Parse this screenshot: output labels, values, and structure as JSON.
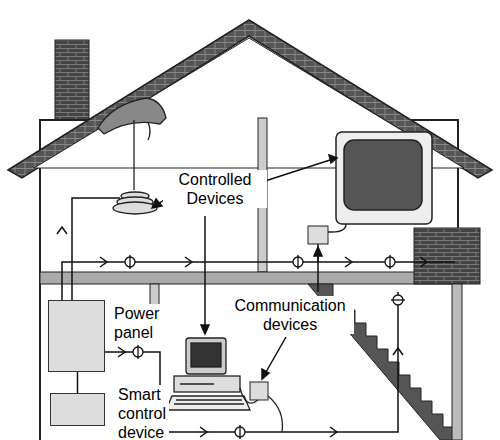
{
  "diagram": {
    "nodes": [
      {
        "text": [
          "Power panel"
        ]
      },
      {
        "text": [
          "Smart control device"
        ]
      }
    ],
    "edges": [
      {
        "from": 0,
        "to": 1,
        "arrow": "none"
      }
    ],
    "labels": [
      "Controlled Devices",
      "Communication devices"
    ]
  }
}
